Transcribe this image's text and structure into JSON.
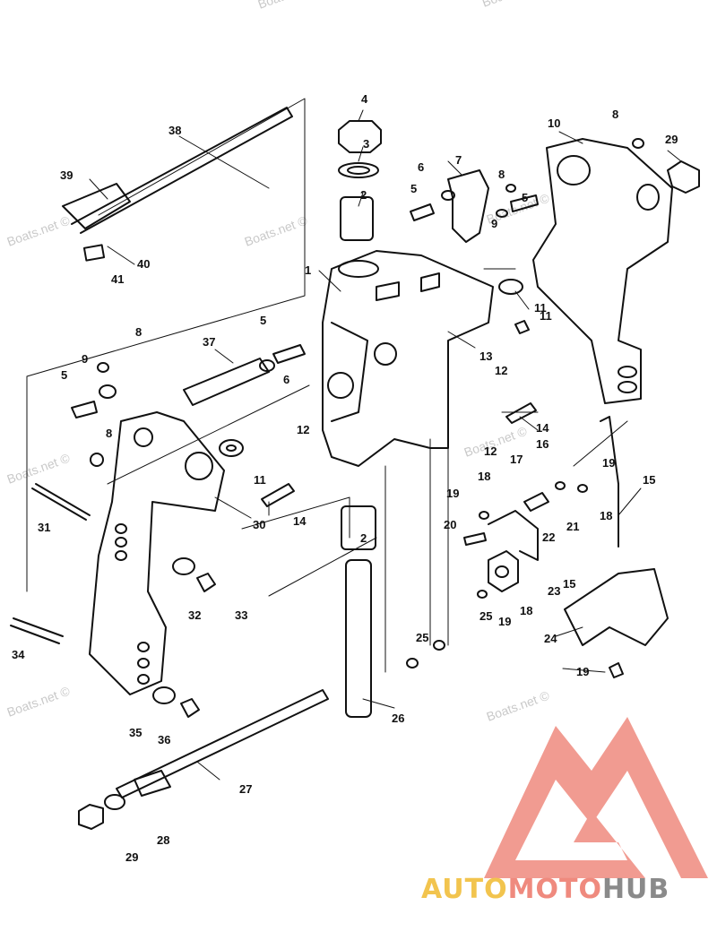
{
  "watermarks": [
    "Boats.net ©",
    "Boats.net ©",
    "Boats.net ©",
    "Boats.net ©",
    "Boats.net ©",
    "Boats.net ©",
    "Boats.net ©",
    "Boats.net ©",
    "Boats.net ©"
  ],
  "callouts": [
    "1",
    "2",
    "2",
    "3",
    "4",
    "5",
    "5",
    "5",
    "5",
    "6",
    "6",
    "7",
    "8",
    "8",
    "8",
    "8",
    "9",
    "9",
    "10",
    "11",
    "11",
    "11",
    "12",
    "12",
    "12",
    "13",
    "14",
    "14",
    "15",
    "15",
    "16",
    "17",
    "18",
    "18",
    "18",
    "19",
    "19",
    "19",
    "19",
    "20",
    "21",
    "22",
    "23",
    "24",
    "25",
    "25",
    "26",
    "27",
    "28",
    "29",
    "29",
    "30",
    "31",
    "32",
    "33",
    "34",
    "35",
    "36",
    "37",
    "38",
    "39",
    "40",
    "41"
  ],
  "brand": {
    "part1": "AUTO",
    "part2": "MOTO",
    "part3": "HUB"
  },
  "colors": {
    "logo_red": "#ef8a7e",
    "logo_yellow": "#f2c44e",
    "logo_gray": "#8a8a8a",
    "line": "#111111"
  }
}
